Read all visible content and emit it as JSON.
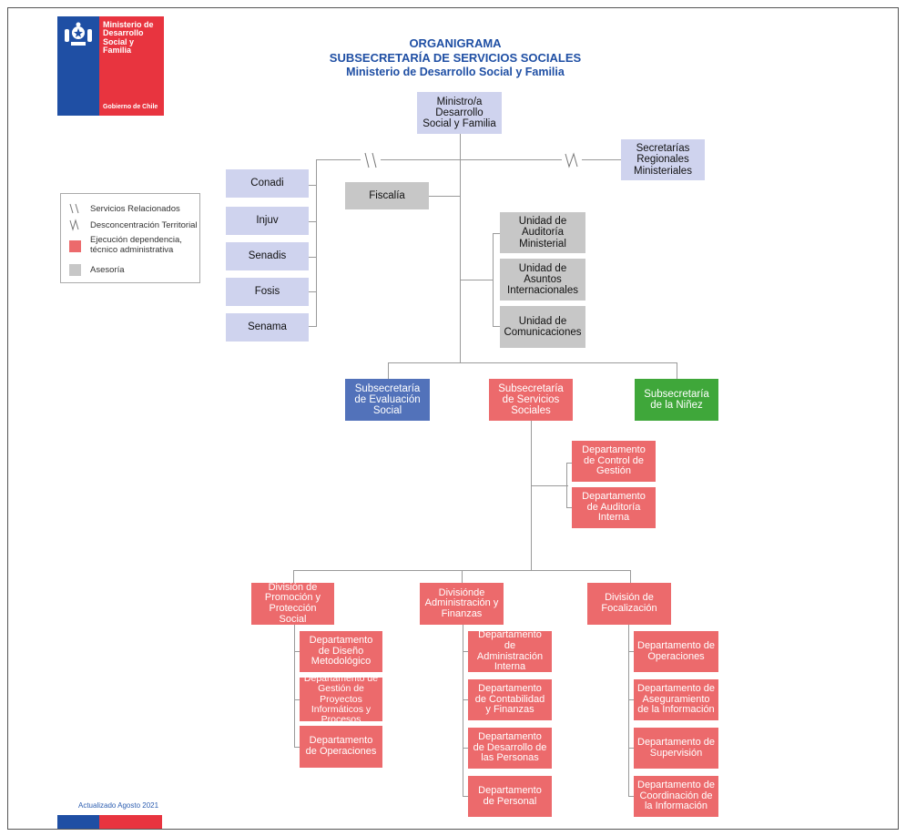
{
  "colors": {
    "lavender": "#cfd3ee",
    "gray": "#c7c7c7",
    "red": "#ec6a6c",
    "blue": "#5272ba",
    "green": "#3fa73a",
    "title_blue": "#1f4fa4",
    "logo_red": "#e8343f",
    "logo_blue": "#1f4fa4"
  },
  "logo": {
    "name": "Ministerio de Desarrollo Social y Familia",
    "line1": "Ministerio de",
    "line2": "Desarrollo",
    "line3": "Social y",
    "line4": "Familia",
    "footer": "Gobierno de Chile",
    "icon": "chile-coat-of-arms-icon"
  },
  "header": {
    "line1": "ORGANIGRAMA",
    "line2": "SUBSECRETARÍA DE SERVICIOS SOCIALES",
    "line3": "Ministerio de Desarrollo Social y Familia"
  },
  "legend": {
    "servicios": "Servicios Relacionados",
    "desconcentracion": "Desconcentración Territorial",
    "ejecucion": "Ejecución dependencia, técnico administrativa",
    "asesoria": "Asesoría"
  },
  "top": {
    "ministro": "Ministro/a Desarrollo Social y Familia",
    "seremi": "Secretarías Regionales Ministeriales",
    "fiscalia": "Fiscalía"
  },
  "servicios": [
    "Conadi",
    "Injuv",
    "Senadis",
    "Fosis",
    "Senama"
  ],
  "asesoria": [
    "Unidad de Auditoría Ministerial",
    "Unidad de Asuntos Internacionales",
    "Unidad de Comunicaciones"
  ],
  "subsecretarias": {
    "evaluacion": "Subsecretaría de Evaluación Social",
    "servicios": "Subsecretaría de Servicios Sociales",
    "ninez": "Subsecretaría de la Niñez"
  },
  "staff": [
    "Departamento de Control de Gestión",
    "Departamento de Auditoría Interna"
  ],
  "divisions": [
    {
      "name": "División de Promoción y Protección Social",
      "departments": [
        "Departamento de Diseño Metodológico",
        "Departamento de Gestión de Proyectos Informáticos y Procesos",
        "Departamento de Operaciones"
      ]
    },
    {
      "name": "Divisiónde Administración y Finanzas",
      "departments": [
        "Departamento de Administración Interna",
        "Departamento de Contabilidad y Finanzas",
        "Departamento de Desarrollo de las Personas",
        "Departamento de Personal"
      ]
    },
    {
      "name": "División de Focalización",
      "departments": [
        "Departamento de Operaciones",
        "Departamento de Aseguramiento de la Información",
        "Departamento de Supervisión",
        "Departamento de Coordinación de la Información"
      ]
    }
  ],
  "footer": {
    "updated": "Actualizado Agosto 2021"
  }
}
